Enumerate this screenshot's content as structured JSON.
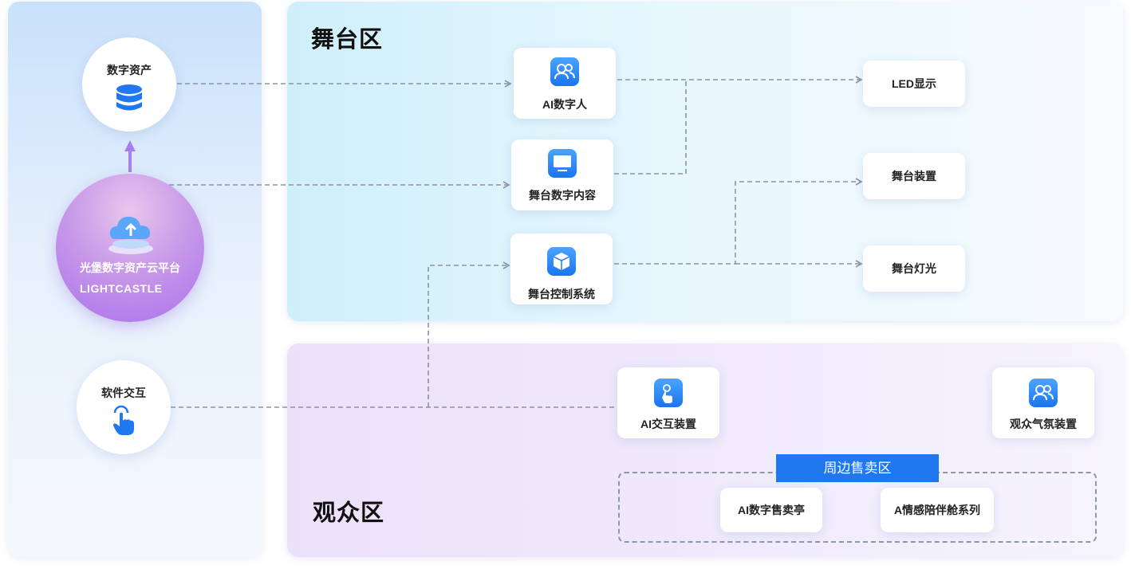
{
  "zones": {
    "stage_title": "舞台区",
    "audience_title": "观众区"
  },
  "left": {
    "digital_assets": "数字资产",
    "cloud_platform_name": "光堡数字资产云平台",
    "cloud_platform_en": "LIGHTCASTLE",
    "software_interaction": "软件交互"
  },
  "stage": {
    "ai_digital_human": "AI数字人",
    "stage_digital_content": "舞台数字内容",
    "stage_control_system": "舞台控制系统",
    "led_display": "LED显示",
    "stage_device": "舞台装置",
    "stage_lighting": "舞台灯光"
  },
  "audience": {
    "ai_interaction_device": "AI交互装置",
    "audience_atmosphere_device": "观众气氛装置",
    "peripheral_sales_zone": "周边售卖区",
    "ai_digital_kiosk": "AI数字售卖亭",
    "ai_companion_pod": "A情感陪伴舱系列"
  },
  "colors": {
    "accent_blue": "#1f78f0",
    "connector": "#8c93a6",
    "up_arrow": "#a77ff0"
  }
}
